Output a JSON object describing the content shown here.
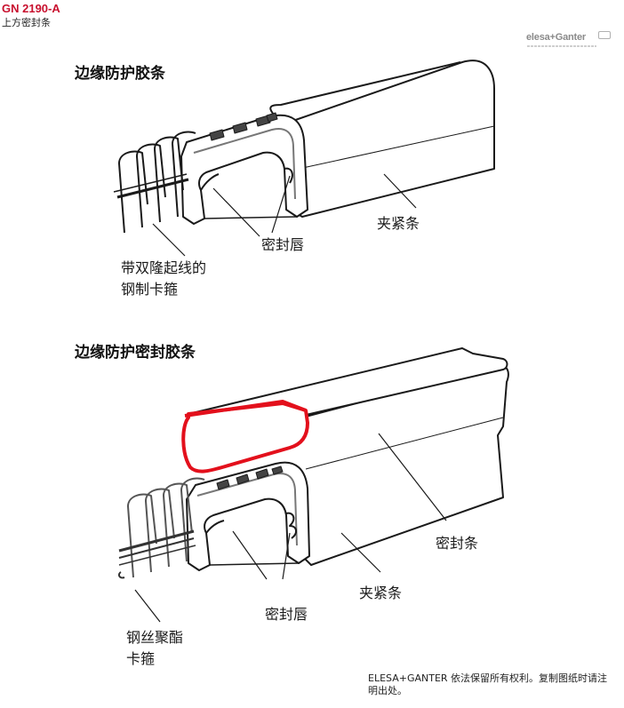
{
  "header": {
    "code": "GN 2190-A",
    "subtitle": "上方密封条"
  },
  "logo": {
    "brand": "elesa+Ganter"
  },
  "section1": {
    "title": "边缘防护胶条",
    "labels": {
      "clip_line1": "带双隆起线的",
      "clip_line2": "钢制卡箍",
      "lip": "密封唇",
      "strip": "夹紧条"
    }
  },
  "section2": {
    "title": "边缘防护密封胶条",
    "labels": {
      "seal": "密封条",
      "strip": "夹紧条",
      "lip": "密封唇",
      "clip_line1": "钢丝聚酯",
      "clip_line2": "卡箍"
    }
  },
  "footer": {
    "text": "ELESA+GANTER 依法保留所有权利。复制图纸时请注明出处。"
  },
  "colors": {
    "brand_red": "#c8102e",
    "seal_red": "#e3101c",
    "outline": "#1a1a1a",
    "steel": "#9a9a9a"
  }
}
